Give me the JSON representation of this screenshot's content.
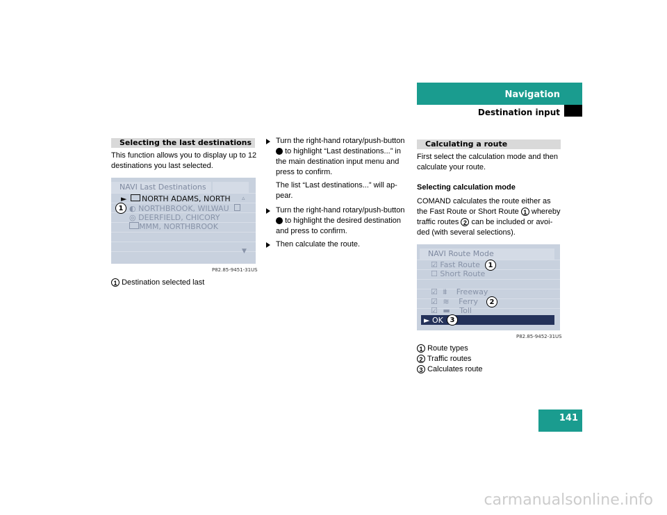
{
  "header": {
    "section": "Navigation",
    "subsection": "Destination input"
  },
  "page_number": "141",
  "watermark": "carmanualsonline.info",
  "left": {
    "heading": "Selecting the last destinations",
    "intro": [
      "This function allows you to display up to 12",
      "destinations you last selected."
    ],
    "screen": {
      "title": "NAVI Last Destinations",
      "items": [
        "NORTH ADAMS, NORTH",
        "NORTHBROOK, WILWAU",
        "DEERFIELD, CHICORY",
        "MMM, NORTHBROOK"
      ],
      "scroll_up": "▵",
      "scroll_down": "▼",
      "callout": "1",
      "image_ref": "P82.85-9451-31US"
    },
    "legend": [
      {
        "num": "1",
        "text": "Destination selected last"
      }
    ]
  },
  "middle": {
    "step1": [
      "Turn the right-hand rotary/push-button",
      "to highlight “Last destinations...” in",
      "the main destination input menu and",
      "press to confirm."
    ],
    "note": [
      "The list “Last destinations...” will ap-",
      "pear."
    ],
    "step2": [
      "Turn the right-hand rotary/push-button",
      "to highlight the desired destination",
      "and press to confirm."
    ],
    "step3": [
      "Then calculate the route."
    ]
  },
  "right": {
    "heading": "Calculating a route",
    "intro": [
      "First select the calculation mode and then",
      "calculate your route."
    ],
    "subheading": "Selecting calculation mode",
    "body_lines": [
      "COMAND calculates the route either as",
      "the Fast Route or Short Route",
      "whereby",
      "traffic routes",
      "can be included or avoi-",
      "ded (with several selections)."
    ],
    "body_nums": [
      "1",
      "2"
    ],
    "screen": {
      "title": "NAVI Route Mode",
      "fast": "Fast Route",
      "short": "Short Route",
      "freeway": "Freeway",
      "ferry": "Ferry",
      "toll": "Toll",
      "ok": "OK",
      "callouts": [
        "1",
        "2",
        "3"
      ],
      "image_ref": "P82.85-9452-31US"
    },
    "legend": [
      {
        "num": "1",
        "text": "Route types"
      },
      {
        "num": "2",
        "text": "Traffic routes"
      },
      {
        "num": "3",
        "text": "Calculates route"
      }
    ]
  }
}
